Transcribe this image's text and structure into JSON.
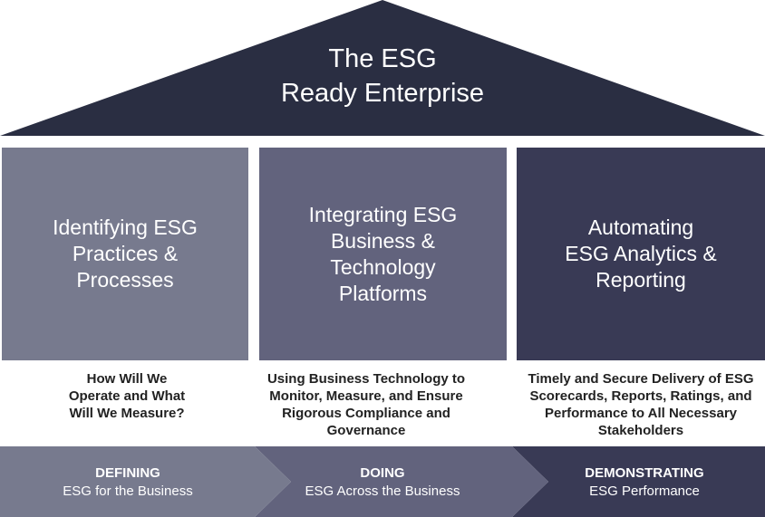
{
  "title_line1": "The ESG",
  "title_line2": "Ready Enterprise",
  "pillars": [
    {
      "title": "Identifying ESG Practices & Processes",
      "description": "How Will We Operate and What Will We Measure?",
      "color": "#777a8e"
    },
    {
      "title": "Integrating ESG Business & Technology Platforms",
      "description": "Using Business Technology to Monitor, Measure, and Ensure Rigorous Compliance and Governance",
      "color": "#62637d"
    },
    {
      "title": "Automating ESG Analytics & Reporting",
      "description": "Timely and Secure Delivery of ESG Scorecards, Reports, Ratings, and Performance to All Necessary Stakeholders",
      "color": "#393a55"
    }
  ],
  "stages": [
    {
      "heading": "DEFINING",
      "sub": "ESG for the Business"
    },
    {
      "heading": "DOING",
      "sub": "ESG Across the Business"
    },
    {
      "heading": "DEMONSTRATING",
      "sub": "ESG Performance"
    }
  ],
  "roof_color": "#2a2e42"
}
